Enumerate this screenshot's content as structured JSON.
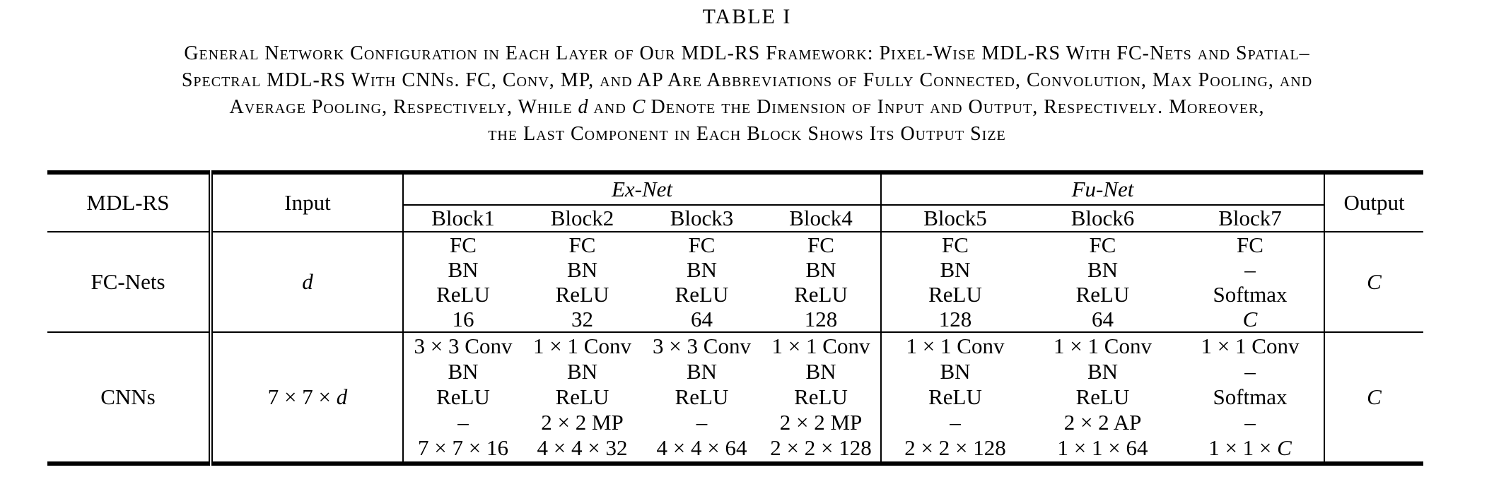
{
  "caption": {
    "title": "TABLE I",
    "line1": "General Network Configuration in Each Layer of Our MDL-RS Framework: Pixel-Wise MDL-RS With FC-Nets and Spatial–",
    "line2": "Spectral MDL-RS With CNNs. FC, Conv, MP, and AP Are Abbreviations of Fully Connected, Convolution, Max Pooling, and",
    "line3": {
      "a": "Average Pooling, Respectively, While ",
      "b": "d",
      "c": " and ",
      "d": "C",
      "e": " Denote the Dimension of Input and Output, Respectively. Moreover,"
    },
    "line4": "the Last Component in Each Block Shows Its Output Size"
  },
  "table": {
    "header": {
      "mdlrs": "MDL-RS",
      "input": "Input",
      "exnet": "Ex-Net",
      "funet": "Fu-Net",
      "output": "Output",
      "blocks": [
        "Block1",
        "Block2",
        "Block3",
        "Block4",
        "Block5",
        "Block6",
        "Block7"
      ]
    },
    "fc": {
      "name": "FC-Nets",
      "input": "d",
      "b1": [
        "FC",
        "BN",
        "ReLU",
        "16"
      ],
      "b2": [
        "FC",
        "BN",
        "ReLU",
        "32"
      ],
      "b3": [
        "FC",
        "BN",
        "ReLU",
        "64"
      ],
      "b4": [
        "FC",
        "BN",
        "ReLU",
        "128"
      ],
      "b5": [
        "FC",
        "BN",
        "ReLU",
        "128"
      ],
      "b6": [
        "FC",
        "BN",
        "ReLU",
        "64"
      ],
      "b7": [
        "FC",
        "–",
        "Softmax",
        "C"
      ],
      "output": "C"
    },
    "cnn": {
      "name": "CNNs",
      "input": {
        "prefix": "7 × 7 × ",
        "var": "d"
      },
      "b1": [
        "3 × 3 Conv",
        "BN",
        "ReLU",
        "–",
        "7 × 7 × 16"
      ],
      "b2": [
        "1 × 1 Conv",
        "BN",
        "ReLU",
        "2 × 2 MP",
        "4 × 4 × 32"
      ],
      "b3": [
        "3 × 3 Conv",
        "BN",
        "ReLU",
        "–",
        "4 × 4 × 64"
      ],
      "b4": [
        "1 × 1 Conv",
        "BN",
        "ReLU",
        "2 × 2 MP",
        "2 × 2 × 128"
      ],
      "b5": [
        "1 × 1 Conv",
        "BN",
        "ReLU",
        "–",
        "2 × 2 × 128"
      ],
      "b6": [
        "1 × 1 Conv",
        "BN",
        "ReLU",
        "2 × 2 AP",
        "1 × 1 × 64"
      ],
      "b7": [
        "1 × 1 Conv",
        "–",
        "Softmax",
        "–"
      ],
      "b7_size": {
        "prefix": "1 × 1 × ",
        "var": "C"
      },
      "output": "C"
    },
    "colors": {
      "text": "#000000",
      "background": "#ffffff",
      "rule": "#000000"
    }
  }
}
